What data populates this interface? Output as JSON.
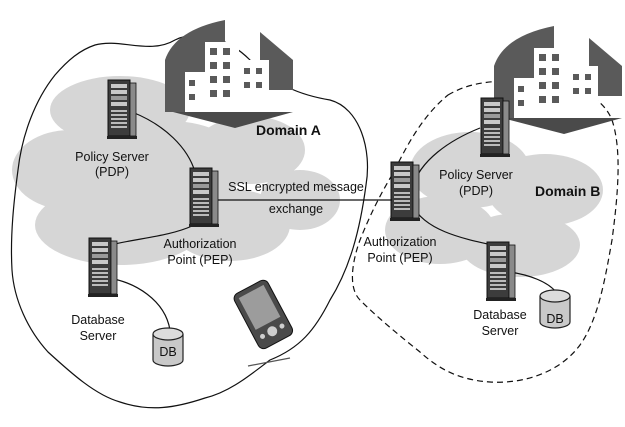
{
  "domain_a": {
    "title": "Domain A",
    "policy_server": {
      "line1": "Policy Server",
      "line2": "(PDP)"
    },
    "authorization_point": {
      "line1": "Authorization",
      "line2": "Point (PEP)"
    },
    "database_server": {
      "line1": "Database",
      "line2": "Server"
    },
    "db": "DB"
  },
  "domain_b": {
    "title": "Domain B",
    "policy_server": {
      "line1": "Policy Server",
      "line2": "(PDP)"
    },
    "authorization_point": {
      "line1": "Authorization",
      "line2": "Point (PEP)"
    },
    "database_server": {
      "line1": "Database",
      "line2": "Server"
    },
    "db": "DB"
  },
  "link": {
    "line1": "SSL encrypted message",
    "line2": "exchange"
  },
  "colors": {
    "cloud": "#d6d6d6",
    "building_dark": "#5a5a5a",
    "server_dark": "#3c3c3c",
    "server_light": "#c8c8c8",
    "db_fill": "#c9c9c9",
    "outline": "#222222"
  },
  "icons": [
    "building-icon",
    "server-icon",
    "database-icon",
    "pda-icon",
    "cloud-shape"
  ]
}
